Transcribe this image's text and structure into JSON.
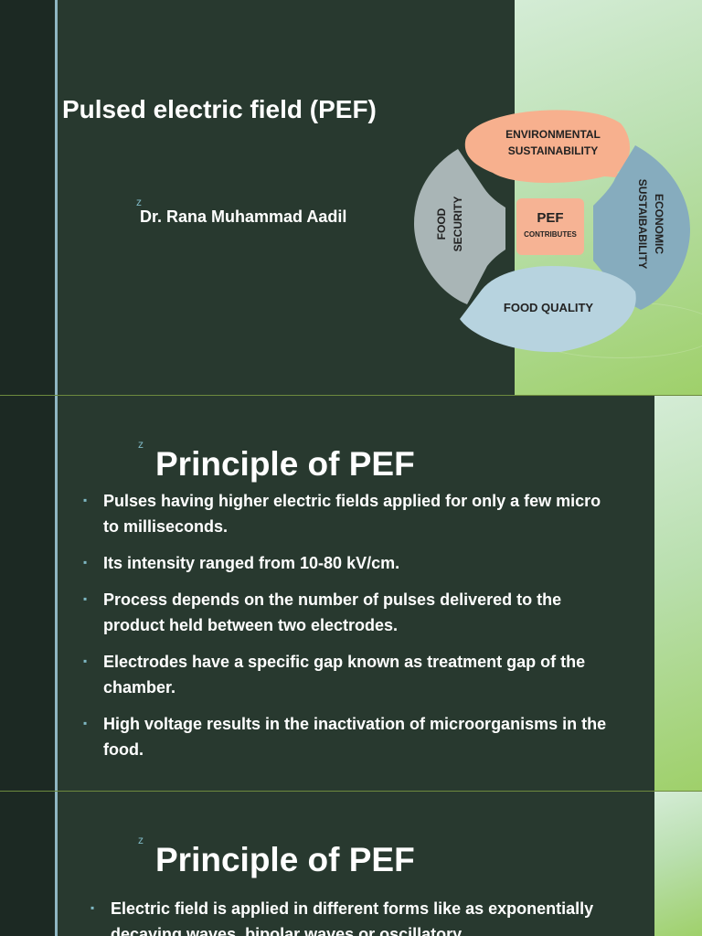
{
  "slide1": {
    "title": "Pulsed electric field (PEF)",
    "marker": "z",
    "author": "Dr. Rana Muhammad Aadil",
    "diagram": {
      "top": [
        "ENVIRONMENTAL",
        "SUSTAINABILITY"
      ],
      "left": [
        "FOOD",
        "SECURITY"
      ],
      "right": [
        "ECONOMIC",
        "SUSTAIBABILITY"
      ],
      "bottom": "FOOD QUALITY",
      "center_main": "PEF",
      "center_sub": "CONTRIBUTES",
      "colors": {
        "peach": "#f7b08e",
        "gray": "#a9b5b6",
        "blue": "#86acbe",
        "lightblue": "#b7d3df",
        "center": "#f6b394"
      }
    }
  },
  "slide2": {
    "marker": "z",
    "title": "Principle of PEF",
    "bullets": [
      "Pulses having higher electric fields applied for only a few micro to milliseconds.",
      "Its intensity ranged from 10-80 kV/cm.",
      "Process depends on the number of pulses delivered to the product held between two electrodes.",
      "Electrodes have a specific gap known as treatment gap of the chamber.",
      "High voltage results in the inactivation of microorganisms in the food."
    ]
  },
  "slide3": {
    "marker": "z",
    "title": "Principle of PEF",
    "bullets": [
      "Electric field is applied in different forms like as exponentially decaying waves, bipolar waves or oscillatory"
    ]
  },
  "bullet_glyph": "▪"
}
